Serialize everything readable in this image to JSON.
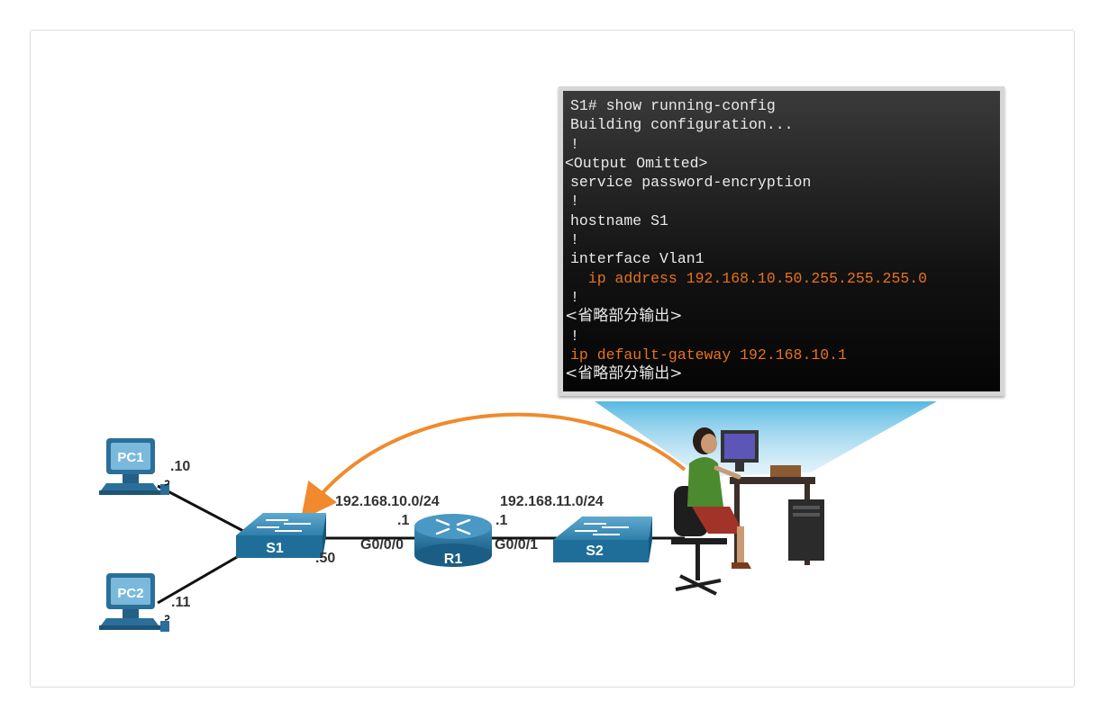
{
  "terminal": {
    "lines": [
      {
        "text": "S1# show running-config",
        "style": "normal"
      },
      {
        "text": "Building configuration...",
        "style": "normal"
      },
      {
        "text": "!",
        "style": "normal"
      },
      {
        "text": "<Output Omitted>",
        "style": "omitted"
      },
      {
        "text": "service password-encryption",
        "style": "normal"
      },
      {
        "text": "!",
        "style": "normal"
      },
      {
        "text": "hostname S1",
        "style": "normal"
      },
      {
        "text": "!",
        "style": "normal"
      },
      {
        "text": "interface Vlan1",
        "style": "normal"
      },
      {
        "text": "  ip address 192.168.10.50.255.255.255.0",
        "style": "highlight"
      },
      {
        "text": "!",
        "style": "normal"
      },
      {
        "text": "<省略部分输出>",
        "style": "chinese"
      },
      {
        "text": "!",
        "style": "normal"
      },
      {
        "text": "ip default-gateway 192.168.10.1",
        "style": "highlight"
      },
      {
        "text": "<省略部分输出>",
        "style": "chinese"
      }
    ]
  },
  "devices": {
    "pc1": "PC1",
    "pc2": "PC2",
    "s1": "S1",
    "s2": "S2",
    "r1": "R1"
  },
  "labels": {
    "pc1_ip": ".10",
    "pc2_ip": ".11",
    "s1_ip": ".50",
    "net1": "192.168.10.0/24",
    "net2": "192.168.11.0/24",
    "r1_left_ip": ".1",
    "r1_right_ip": ".1",
    "r1_left_if": "G0/0/0",
    "r1_right_if": "G0/0/1"
  },
  "colors": {
    "device_blue": "#1f6e99",
    "highlight_orange": "#e8721c",
    "arrow_orange": "#f08a2c",
    "beam_blue": "#4fb5e0"
  }
}
